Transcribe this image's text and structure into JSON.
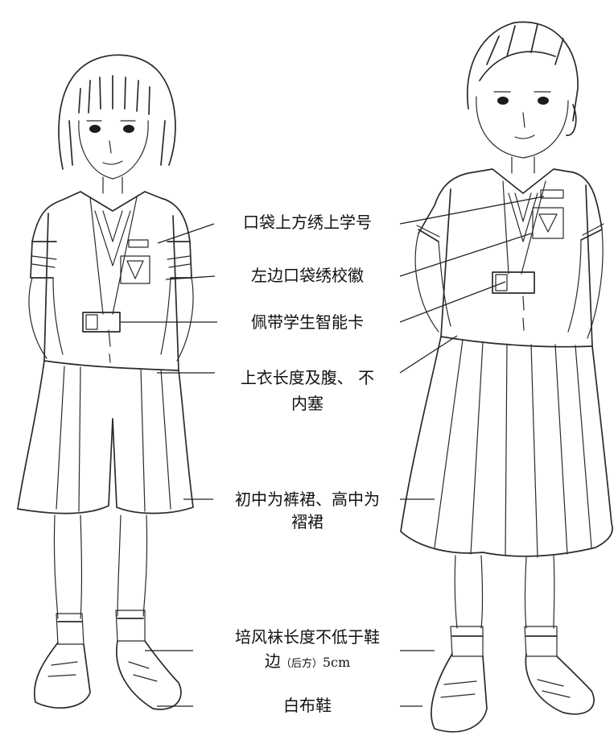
{
  "annotations": [
    {
      "id": "pocket-number",
      "text": "口袋上方绣上学号"
    },
    {
      "id": "school-badge",
      "text": "左边口袋绣校徽"
    },
    {
      "id": "smart-card",
      "text": "佩带学生智能卡"
    },
    {
      "id": "shirt-length",
      "lines": [
        "上衣长度及腹、 不",
        "内塞"
      ]
    },
    {
      "id": "skirt-type",
      "lines": [
        "初中为裤裙、高中为",
        "褶裙"
      ]
    },
    {
      "id": "socks",
      "line1": "培风袜长度不低于鞋",
      "line2_a": "边",
      "line2_b": "（后方）",
      "line2_c": "5cm"
    },
    {
      "id": "shoes",
      "text": "白布鞋"
    }
  ],
  "figures": [
    "left-student-culottes",
    "right-student-pleated-skirt"
  ]
}
